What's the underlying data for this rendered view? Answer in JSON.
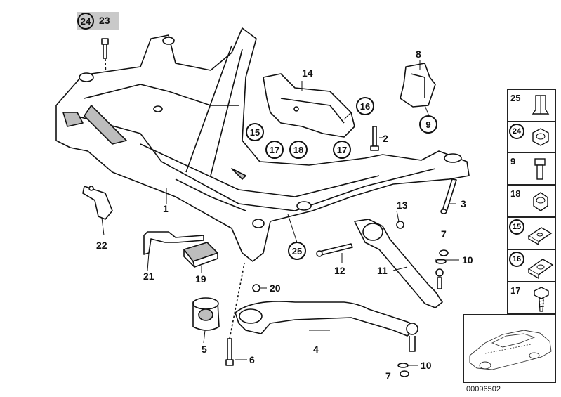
{
  "diagram": {
    "id": "00096502",
    "header_label_circled": "24",
    "header_label": "23"
  },
  "callouts": [
    {
      "id": "c1",
      "text": "1",
      "circled": false
    },
    {
      "id": "c2",
      "text": "2",
      "circled": false
    },
    {
      "id": "c3",
      "text": "3",
      "circled": false
    },
    {
      "id": "c4",
      "text": "4",
      "circled": false
    },
    {
      "id": "c5",
      "text": "5",
      "circled": false
    },
    {
      "id": "c6",
      "text": "6",
      "circled": false
    },
    {
      "id": "c7a",
      "text": "7",
      "circled": false
    },
    {
      "id": "c7b",
      "text": "7",
      "circled": false
    },
    {
      "id": "c8",
      "text": "8",
      "circled": false
    },
    {
      "id": "c9",
      "text": "9",
      "circled": true
    },
    {
      "id": "c10a",
      "text": "10",
      "circled": false
    },
    {
      "id": "c10b",
      "text": "10",
      "circled": false
    },
    {
      "id": "c11",
      "text": "11",
      "circled": false
    },
    {
      "id": "c12",
      "text": "12",
      "circled": false
    },
    {
      "id": "c13",
      "text": "13",
      "circled": false
    },
    {
      "id": "c14",
      "text": "14",
      "circled": false
    },
    {
      "id": "c15",
      "text": "15",
      "circled": true
    },
    {
      "id": "c16",
      "text": "16",
      "circled": true
    },
    {
      "id": "c17a",
      "text": "17",
      "circled": true
    },
    {
      "id": "c17b",
      "text": "17",
      "circled": true
    },
    {
      "id": "c18",
      "text": "18",
      "circled": true
    },
    {
      "id": "c19",
      "text": "19",
      "circled": false
    },
    {
      "id": "c20",
      "text": "20",
      "circled": false
    },
    {
      "id": "c21",
      "text": "21",
      "circled": false
    },
    {
      "id": "c22",
      "text": "22",
      "circled": false
    },
    {
      "id": "c25",
      "text": "25",
      "circled": true
    }
  ],
  "legend": [
    {
      "text": "25",
      "part": "cap-nut"
    },
    {
      "text": "24",
      "part": "hex-nut"
    },
    {
      "text": "9",
      "part": "bolt"
    },
    {
      "text": "18",
      "part": "lock-nut"
    },
    {
      "text": "15",
      "part": "clip-nut"
    },
    {
      "text": "16",
      "part": "clip-nut-large"
    },
    {
      "text": "17",
      "part": "screw-washer"
    }
  ],
  "colors": {
    "line": "#111111",
    "fill": "#ffffff",
    "shade": "#bdbdbd",
    "header_box": "#c9c9c9"
  }
}
